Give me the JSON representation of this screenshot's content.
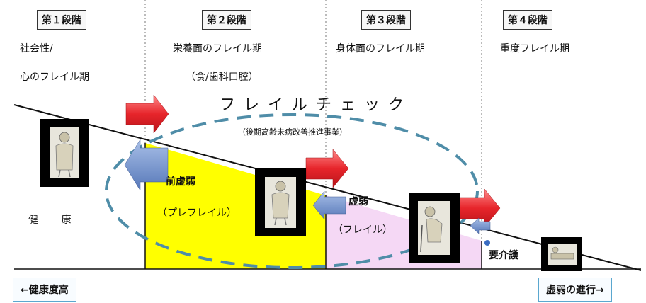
{
  "stages": [
    {
      "badge": "第１段階",
      "desc_line1": "社会性/",
      "desc_line2": "心のフレイル期"
    },
    {
      "badge": "第２段階",
      "desc_line1": "栄養面のフレイル期",
      "desc_line2": "（食/歯科口腔）"
    },
    {
      "badge": "第３段階",
      "desc_line1": "身体面のフレイル期"
    },
    {
      "badge": "第４段階",
      "desc_line1": "重度フレイル期"
    }
  ],
  "center": {
    "frail_check": "フレイルチェック",
    "project": "（後期高齢未病改善推進事業）"
  },
  "blocks": {
    "kenko": "健 康",
    "prefrail_line1": "前虚弱",
    "prefrail_line2": "（プレフレイル）",
    "frail_line1": "虚弱",
    "frail_line2": "（フレイル）",
    "care": "要介護"
  },
  "bottom": {
    "left": "←健康度高",
    "right": "虚弱の進行→"
  },
  "colors": {
    "prefrail": "#ffff00",
    "frail": "#f5d8f5",
    "arrow_red": "#e7252b",
    "arrow_blue": "#6f8fc9",
    "ellipse": "#4f8da8"
  }
}
